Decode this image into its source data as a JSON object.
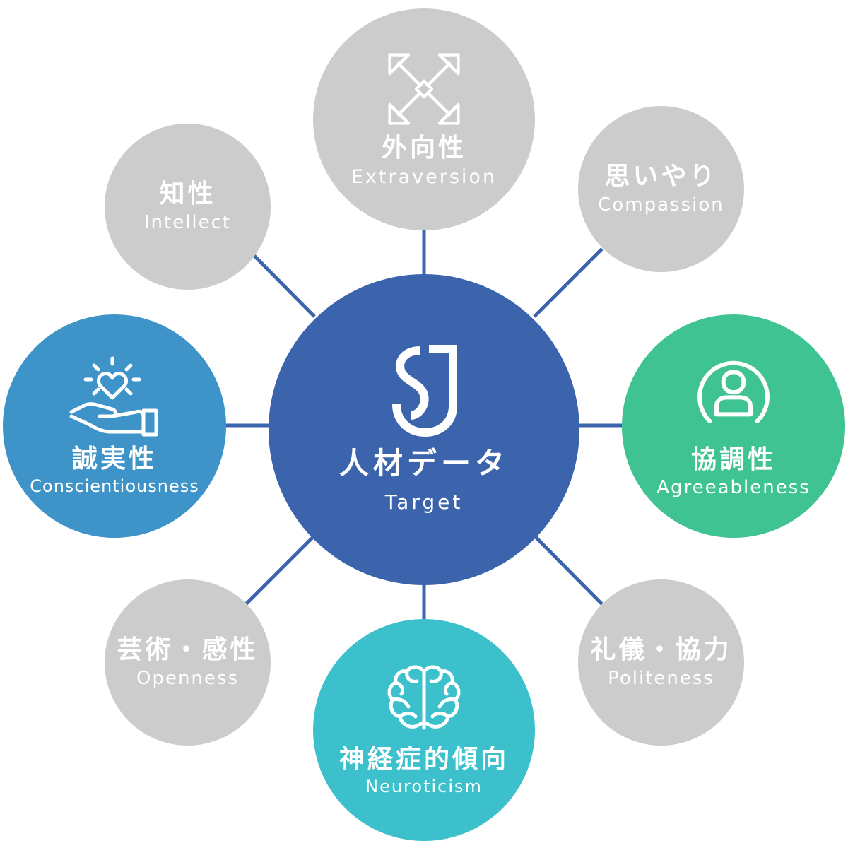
{
  "colors": {
    "gray": "#cccccc",
    "center": "#3b64ad",
    "connector": "#3b64ad",
    "conscientiousness": "#3e94c8",
    "agreeableness": "#3fc392",
    "neuroticism": "#3cc1cc",
    "white": "#ffffff"
  },
  "center": {
    "jp": "人材データ",
    "en": "Target",
    "icon": "sj-logo-icon"
  },
  "nodes": {
    "intellect": {
      "jp": "知性",
      "en": "Intellect"
    },
    "extraversion": {
      "jp": "外向性",
      "en": "Extraversion",
      "icon": "expand-arrows-icon"
    },
    "compassion": {
      "jp": "思いやり",
      "en": "Compassion"
    },
    "agreeableness": {
      "jp": "協調性",
      "en": "Agreeableness",
      "icon": "user-circle-icon"
    },
    "politeness": {
      "jp": "礼儀・協力",
      "en": "Politeness"
    },
    "neuroticism": {
      "jp": "神経症的傾向",
      "en": "Neuroticism",
      "icon": "brain-icon"
    },
    "openness": {
      "jp": "芸術・感性",
      "en": "Openness"
    },
    "conscientiousness": {
      "jp": "誠実性",
      "en": "Conscientiousness",
      "icon": "heart-hand-icon"
    }
  }
}
